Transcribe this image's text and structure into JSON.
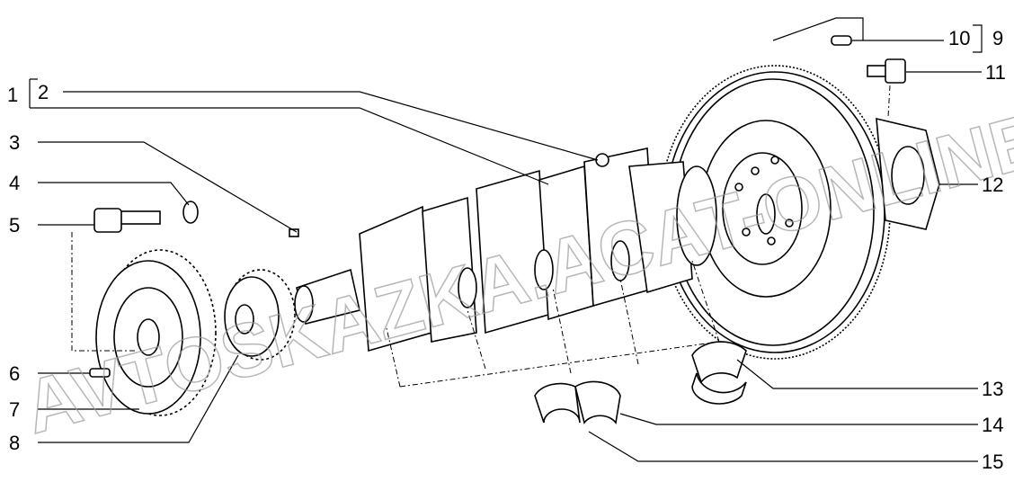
{
  "diagram": {
    "title": "Crankshaft, flywheel and pulley assembly",
    "watermark": "AVTOSKAZKA.ACAT-ONLINE",
    "labels": {
      "l1": "1",
      "l2": "2",
      "l3": "3",
      "l4": "4",
      "l5": "5",
      "l6": "6",
      "l7": "7",
      "l8": "8",
      "l9": "9",
      "l10": "10",
      "l11": "11",
      "l12": "12",
      "l13": "13",
      "l14": "14",
      "l15": "15"
    }
  }
}
